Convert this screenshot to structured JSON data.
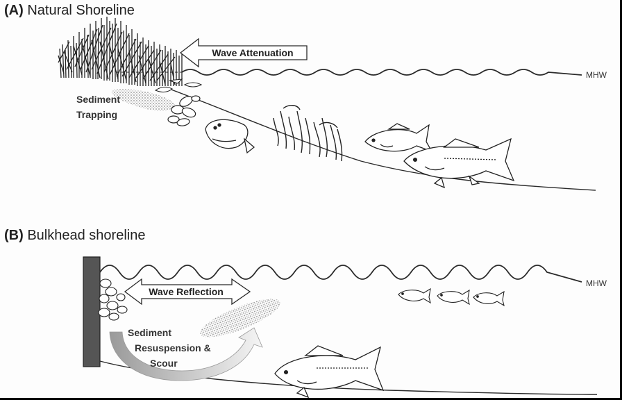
{
  "panel_a": {
    "letter": "(A)",
    "title": "Natural Shoreline",
    "wave_arrow_label": "Wave Attenuation",
    "sediment_label_line1": "Sediment",
    "sediment_label_line2": "Trapping",
    "mhw_label": "MHW"
  },
  "panel_b": {
    "letter": "(B)",
    "title": "Bulkhead shoreline",
    "wave_arrow_label": "Wave Reflection",
    "resuspension_line1": "Sediment",
    "resuspension_line2": "Resuspension &",
    "resuspension_line3": "Scour",
    "mhw_label": "MHW"
  },
  "colors": {
    "background_frame": "#000000",
    "panel": "#fdfdfd",
    "line": "#2a2a2a",
    "bulkhead": "#555555",
    "stipple": "#9a9a9a"
  }
}
